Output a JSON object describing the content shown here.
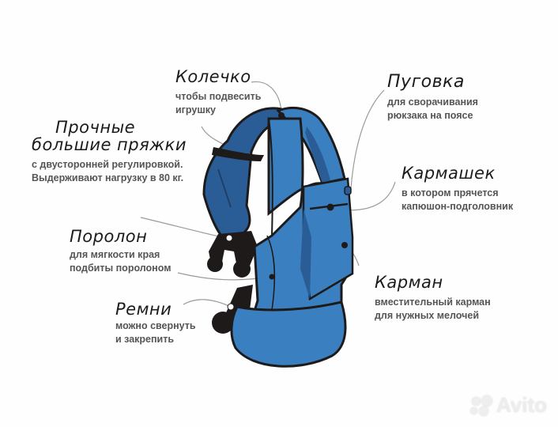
{
  "callouts": {
    "ring": {
      "title": "Колечко",
      "line1": "чтобы подвесить",
      "line2": "игрушку"
    },
    "buckles": {
      "title1": "Прочные",
      "title2": "большие пряжки",
      "line1": "с двусторонней регулировкой.",
      "line2": "Выдерживают нагрузку в 80 кг."
    },
    "foam": {
      "title": "Поролон",
      "line1": "для мягкости края",
      "line2": "подбиты поролоном"
    },
    "straps": {
      "title": "Ремни",
      "line1": "можно свернуть",
      "line2": "и закрепить"
    },
    "button": {
      "title": "Пуговка",
      "line1": "для сворачивания",
      "line2": "рюкзака на поясе"
    },
    "small_pocket": {
      "title": "Кармашек",
      "line1": "в котором прячется",
      "line2": "капюшон-подголовник"
    },
    "pocket": {
      "title": "Карман",
      "line1": "вместительный карман",
      "line2": "для нужных мелочей"
    }
  },
  "watermark": {
    "text": "Avito",
    "icon": "avito-dots-icon"
  },
  "colors": {
    "fabric": "#3a7fc0",
    "fabric_dark": "#2a5d95",
    "outline": "#1e1a1a",
    "leader": "#9a9a9a",
    "desc_text": "#555555",
    "title_text": "#1b1b1b"
  }
}
